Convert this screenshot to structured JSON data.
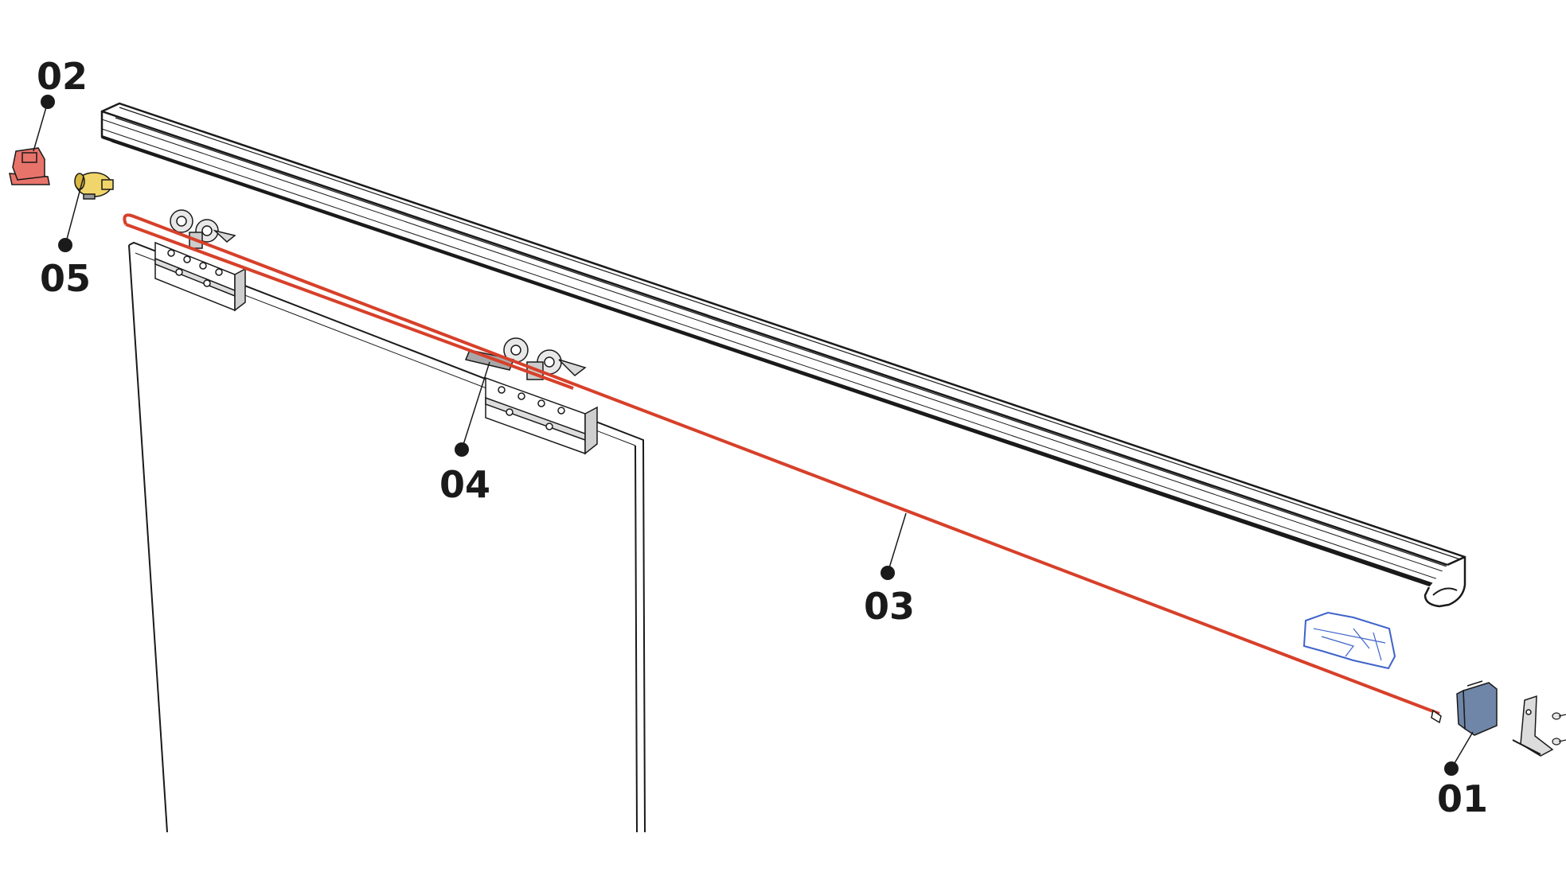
{
  "callouts": {
    "c01": "01",
    "c02": "02",
    "c03": "03",
    "c04": "04",
    "c05": "05"
  },
  "colors": {
    "cable": "#d7402a",
    "end_cap_02": "#e8736a",
    "weight_05": "#f0d56a",
    "end_cap_01": "#6f86a8",
    "buffer_blue": "#3e63c9",
    "line": "#1a1a1a"
  }
}
